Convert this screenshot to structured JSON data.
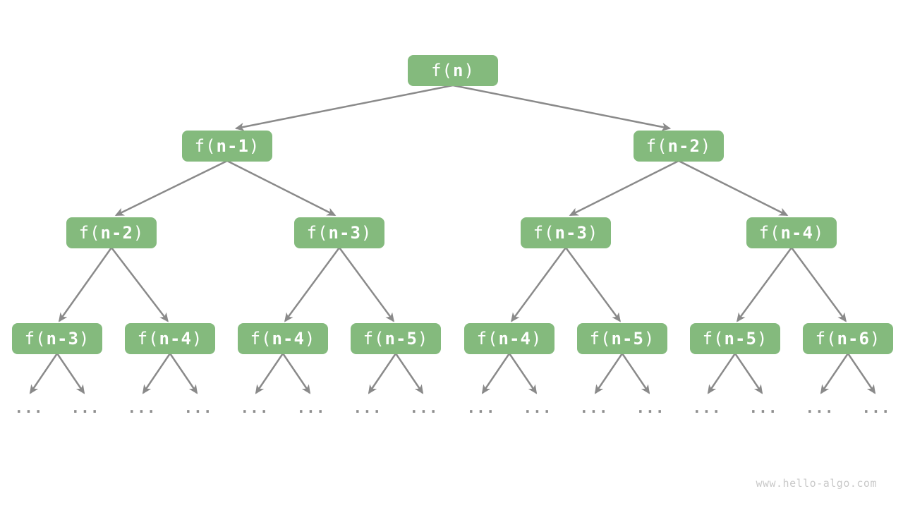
{
  "diagram": {
    "node_label": {
      "prefix": "f(",
      "suffix": ")"
    },
    "levels": [
      [
        "n"
      ],
      [
        "n-1",
        "n-2"
      ],
      [
        "n-2",
        "n-3",
        "n-3",
        "n-4"
      ],
      [
        "n-3",
        "n-4",
        "n-4",
        "n-5",
        "n-4",
        "n-5",
        "n-5",
        "n-6"
      ]
    ],
    "leaf_label": "...",
    "watermark": "www.hello-algo.com",
    "colors": {
      "background": "#ffffff",
      "node_fill": "#84ba7d",
      "node_text": "#ffffff",
      "arrow": "#8a8a8a",
      "leaf_dots": "#8f8f8f",
      "watermark": "#c9c9c9"
    }
  }
}
